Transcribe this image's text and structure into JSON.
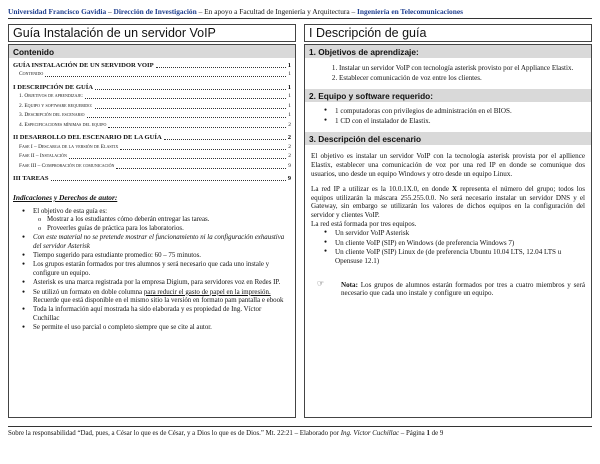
{
  "header": {
    "university": "Universidad Francisco Gavidia",
    "dash1": " – ",
    "dept": "Dirección de Investigación",
    "dash2": " – ",
    "support": "En apoyo a Facultad de Ingeniería y Arquitectura –",
    "career": "Ingeniería en Telecomunicaciones"
  },
  "left": {
    "title": "Guía Instalación de un servidor VoIP",
    "contents_heading": "Contenido",
    "toc": [
      {
        "text": "GUÍA INSTALACIÓN DE UN SERVIDOR VOIP",
        "page": "1",
        "level": 1
      },
      {
        "text": "Contenido",
        "page": "1",
        "level": 2
      },
      {
        "text": "I DESCRIPCIÓN DE GUÍA",
        "page": "1",
        "level": 1
      },
      {
        "text": "1. Objetivos de aprendizaje:",
        "page": "1",
        "level": 2
      },
      {
        "text": "2. Equipo y software requerido:",
        "page": "1",
        "level": 2
      },
      {
        "text": "3. Descripción del escenario",
        "page": "1",
        "level": 2
      },
      {
        "text": "4. Especificaciones mínimas del equipo",
        "page": "2",
        "level": 2
      },
      {
        "text": "II DESARROLLO DEL ESCENARIO DE LA GUÍA",
        "page": "2",
        "level": 1
      },
      {
        "text": "Fase I – Descarga de la versión de Elastix",
        "page": "2",
        "level": 2
      },
      {
        "text": "Fase II – Instalación",
        "page": "2",
        "level": 2
      },
      {
        "text": "Fase III – Comprobación de comunicación",
        "page": "9",
        "level": 2
      },
      {
        "text": "III TAREAS",
        "page": "9",
        "level": 1
      }
    ],
    "indications_title": "Indicaciones y Derechos de autor:",
    "obj_intro": "El objetivo de esta guía es:",
    "obj_sub1": "Mostrar a los estudiantes cómo deberán entregar las tareas.",
    "obj_sub2": "Proveerles guías de práctica para los laboratorios.",
    "b2": "Con este material no se pretende mostrar el funcionamiento ni la configuración exhaustiva del servidor Asterisk",
    "b3": "Tiempo sugerido para estudiante promedio: 60 – 75 minutos.",
    "b4": "Los grupos estarán formados por tres alumnos y será necesario que cada uno instale y configure un equipo.",
    "b5": "Asterisk es una marca registrada por la empresa Digium, para servidores voz en Redes IP.",
    "b6_pre": "Se utilizó un formato en doble columna ",
    "b6_link": "para reducir el gasto de papel en la impresión.",
    "b6_post": " Recuerde que está disponible en el mismo sitio la versión en formato pam pantalla e ebook",
    "b7": "Toda la información aquí mostrada ha sido elaborada y es propiedad de Ing. Víctor Cuchillac",
    "b8": "Se permite el uso parcial o completo siempre que se cite al autor."
  },
  "right": {
    "title": "I Descripción de guía",
    "s1_heading": "1. Objetivos de aprendizaje:",
    "s1_items": [
      "Instalar un servidor VoIP con tecnología asterisk provisto por el Appliance Elastix.",
      "Establecer comunicación de voz entre los clientes."
    ],
    "s2_heading": "2. Equipo y software requerido:",
    "s2_items": [
      "1 computadoras con privilegios de administración en el BIOS.",
      "1 CD con el instalador de Elastix."
    ],
    "s3_heading": "3. Descripción del escenario",
    "s3_p1": "El objetivo es instalar un servidor VoIP con la tecnología asterisk provista por el apllience Elastix, establecer una comunicación de voz por una red IP en donde se comunique dos usuarios, uno desde un equipo Windows y otro desde un equipo Linux.",
    "s3_p2_pre": "La red IP a utilizar es la 10.0.1X.0, en donde ",
    "s3_p2_bold": "X",
    "s3_p2_post": " representa el número del grupo; todos los equipos utilizarán la máscara 255.255.0.0. No será necesario instalar un servidor DNS y el Gateway, sin embargo se utilizarán los valores de dichos equipos en la configuración del servidor y clientes VoIP.",
    "s3_p3": "La red está formada por tres equipos.",
    "s3_items": [
      "Un servidor VoIP Asterisk",
      "Un cliente VoIP (SIP) en Windows (de preferencia Windows 7)",
      "Un cliente VoIP (SIP) Linux de (de preferencia Ubuntu 10.04 LTS, 12.04 LTS u Opensuse 12.1)"
    ],
    "note_label": "Nota:",
    "note_text": " Los grupos de alumnos estarán formados por tres a cuatro miembros y será necesario que cada uno instale y configure un equipo."
  },
  "footer": {
    "quote": "Sobre la responsabilidad “Dad, pues, a César lo que es de César, y a Dios lo que es de Dios.” Mt. 22:21 –",
    "author_pre": " Elaborado por ",
    "author": "Ing. Víctor Cuchillac",
    "page_pre": " – Página ",
    "page_num": "1",
    "page_of": " de ",
    "page_total": "9"
  }
}
